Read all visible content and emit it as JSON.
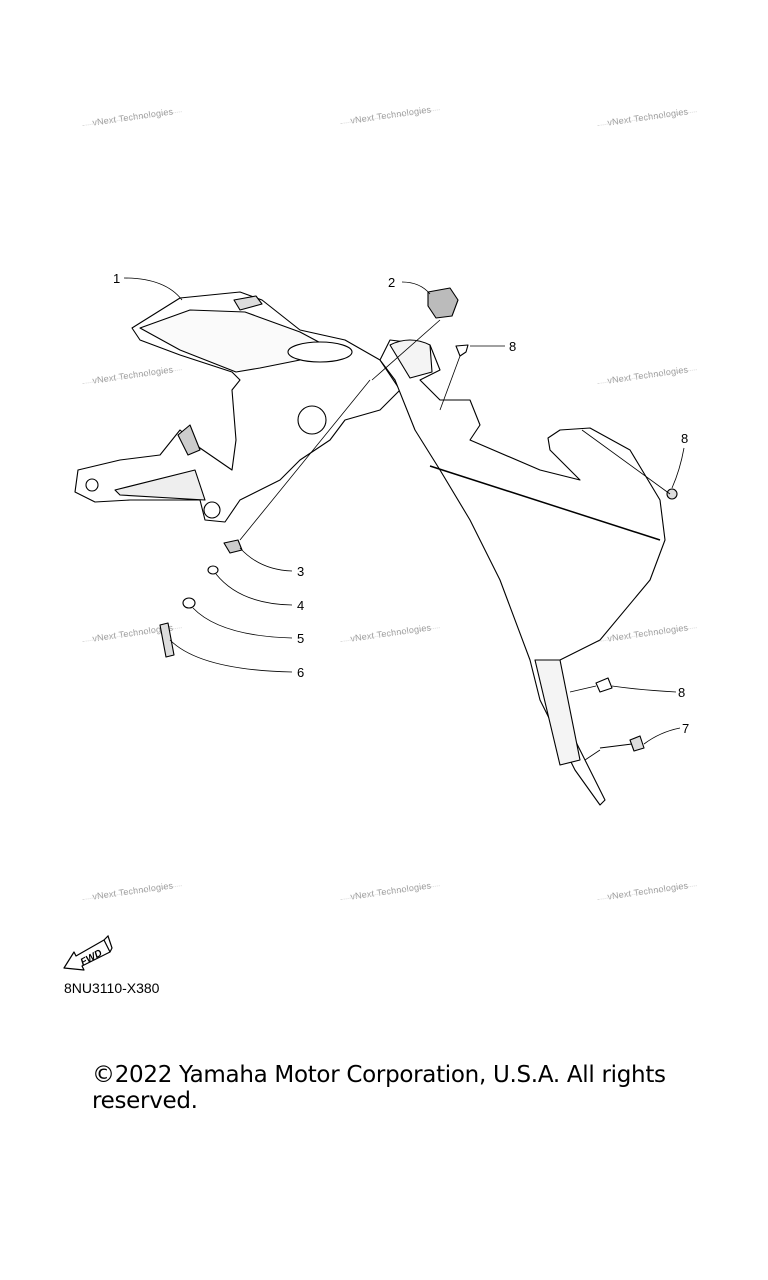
{
  "watermark": "vNext Technologies",
  "callouts": [
    "1",
    "2",
    "3",
    "4",
    "5",
    "6",
    "7",
    "8",
    "8",
    "8"
  ],
  "fwd_label": "FWD",
  "diagram_code": "8NU3110-X380",
  "copyright": "©2022 Yamaha Motor Corporation, U.S.A. All rights reserved."
}
